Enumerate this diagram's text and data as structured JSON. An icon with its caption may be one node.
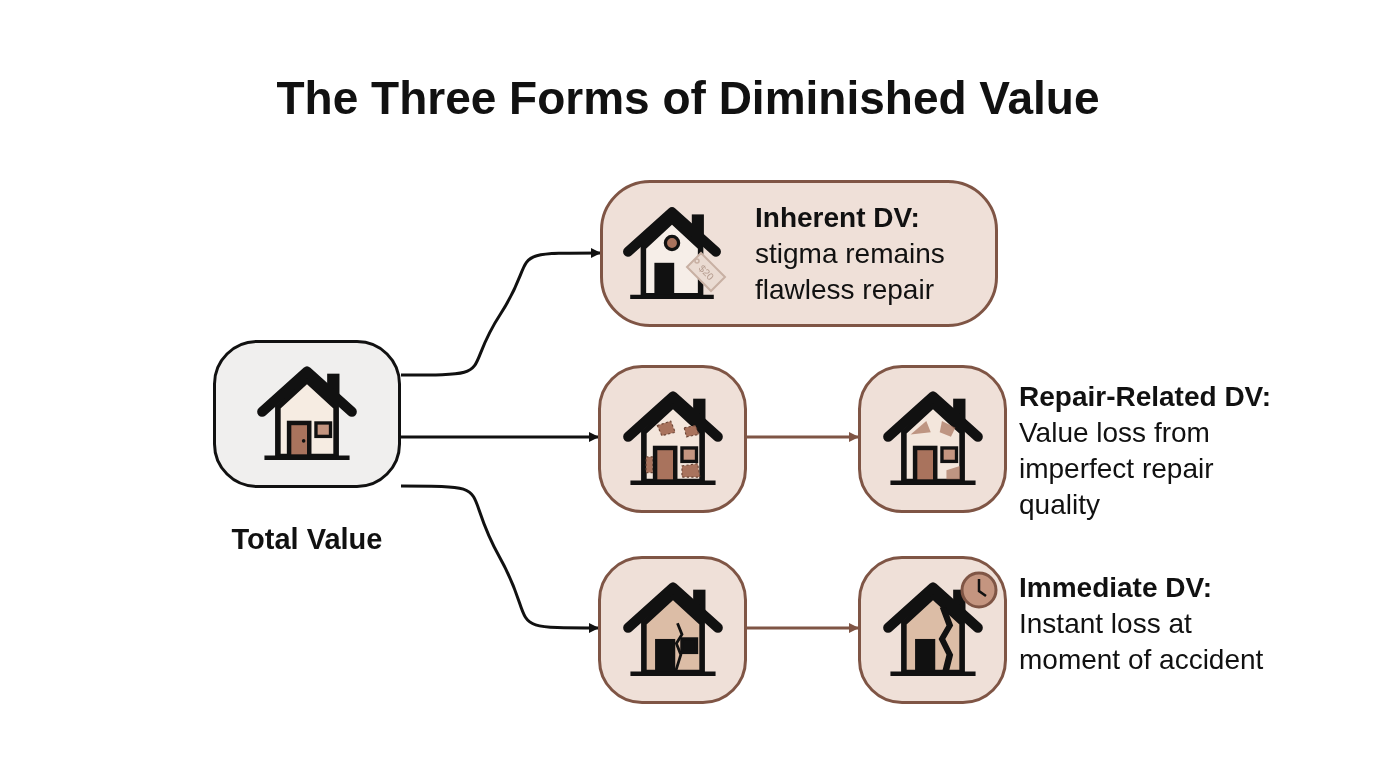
{
  "diagram": {
    "title": "The Three Forms of Diminished Value",
    "nodes": [
      {
        "text": [
          "Total Value"
        ]
      },
      {
        "text": [
          "Inherent DV:",
          "stigma remains flawless repair"
        ]
      },
      {
        "text": [],
        "shape": "box"
      },
      {
        "text": [],
        "shape": "box",
        "beside": [
          "Repair-Related DV:",
          "Value loss from imperfect repair quality"
        ]
      },
      {
        "text": [],
        "shape": "box"
      },
      {
        "text": [],
        "shape": "box",
        "beside": [
          "Immediate DV:",
          "Instant loss at moment of accident"
        ]
      }
    ],
    "edges": [
      {
        "from": 0,
        "to": 1,
        "arrow": "to"
      },
      {
        "from": 0,
        "to": 2,
        "arrow": "to"
      },
      {
        "from": 0,
        "to": 4,
        "arrow": "to"
      },
      {
        "from": 2,
        "to": 3,
        "arrow": "to",
        "color": "#7f5545"
      },
      {
        "from": 4,
        "to": 5,
        "arrow": "to",
        "color": "#7f5545"
      }
    ],
    "labels": [
      "$20"
    ]
  }
}
